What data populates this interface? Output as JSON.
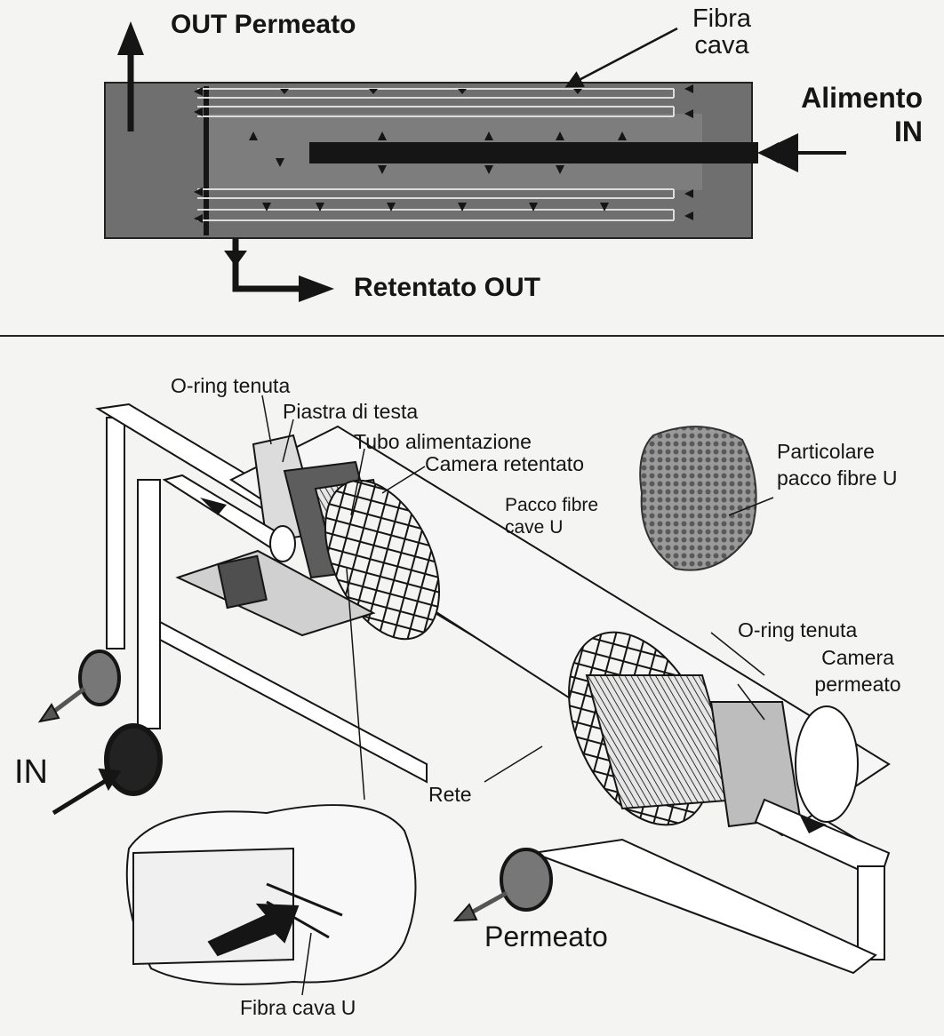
{
  "top_diagram": {
    "out_permeato": "OUT Permeato",
    "fibra_cava": [
      "Fibra",
      "cava"
    ],
    "alimento_in": [
      "Alimento",
      "IN"
    ],
    "retentato_out": "Retentato OUT"
  },
  "bottom_diagram": {
    "o_ring_tenuta_1": "O-ring tenuta",
    "piastra_di_testa": "Piastra di testa",
    "tubo_alimentazione": "Tubo alimentazione",
    "camera_retentato": "Camera retentato",
    "pacco_fibre_cave_u": [
      "Pacco fibre",
      "cave U"
    ],
    "particolare_pacco_fibre_u": [
      "Particolare",
      "pacco fibre U"
    ],
    "o_ring_tenuta_2": "O-ring tenuta",
    "camera_permeato": [
      "Camera",
      "permeato"
    ],
    "in": "IN",
    "rete": "Rete",
    "permeato": "Permeato",
    "fibra_cava_u": "Fibra cava U"
  },
  "colors": {
    "module_body": "#6f6f6f",
    "central_tube": "#151515",
    "fiber_line": "#d8d8d8",
    "ink": "#151515",
    "paper": "#f4f4f2"
  }
}
